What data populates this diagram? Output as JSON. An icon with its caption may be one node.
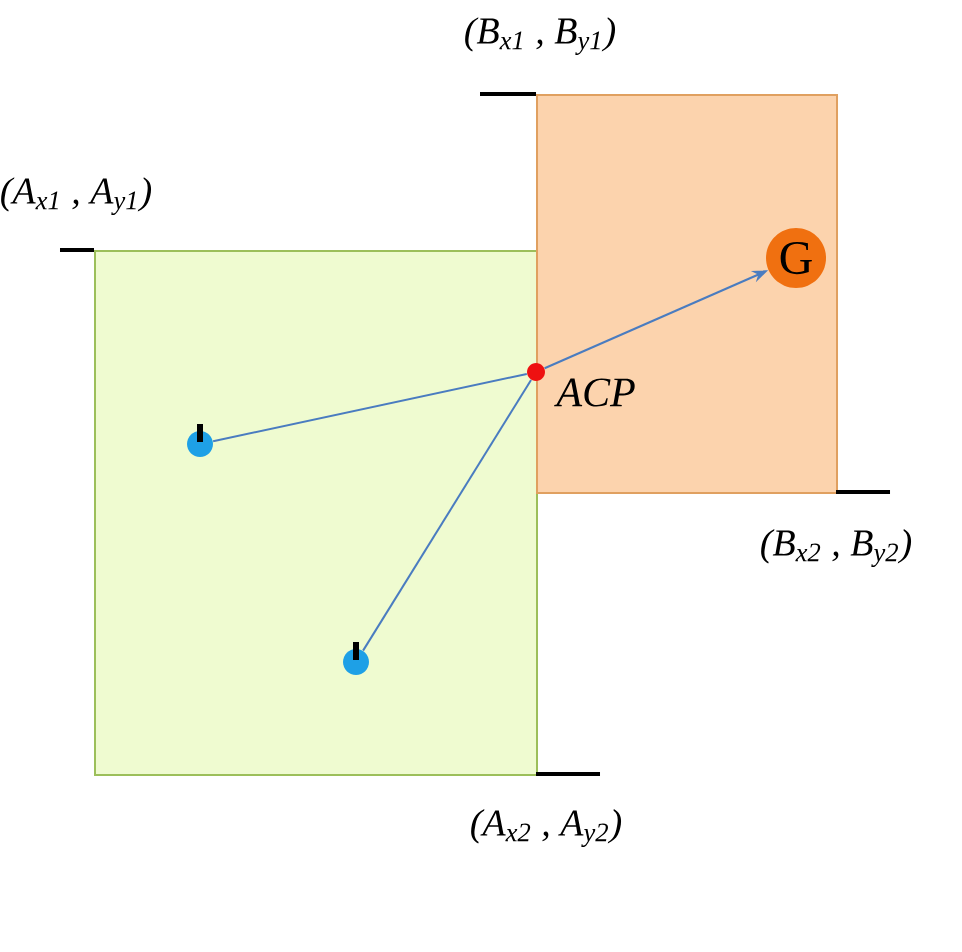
{
  "diagram": {
    "nodes": [
      {
        "text": [],
        "shape": "box"
      },
      {
        "text": [],
        "shape": "box"
      },
      {
        "text": [],
        "shape": "circle",
        "in": 0
      },
      {
        "text": [],
        "shape": "circle",
        "in": 0
      },
      {
        "text": [],
        "shape": "circle",
        "beside": [
          "ACP"
        ]
      },
      {
        "text": [
          "G"
        ],
        "in": 1
      }
    ],
    "edges": [
      {
        "from": 2,
        "to": 4,
        "arrow": "none"
      },
      {
        "from": 3,
        "to": 4,
        "arrow": "none"
      },
      {
        "from": 4,
        "to": 5,
        "arrow": "to"
      }
    ],
    "labels": [
      "(B$_{x1}$ , B$_{y1}$)",
      "(A$_{x1}$ , A$_{y1}$)",
      "(B$_{x2}$ , B$_{y2}$)",
      "(A$_{x2}$ , A$_{y2}$)"
    ]
  }
}
